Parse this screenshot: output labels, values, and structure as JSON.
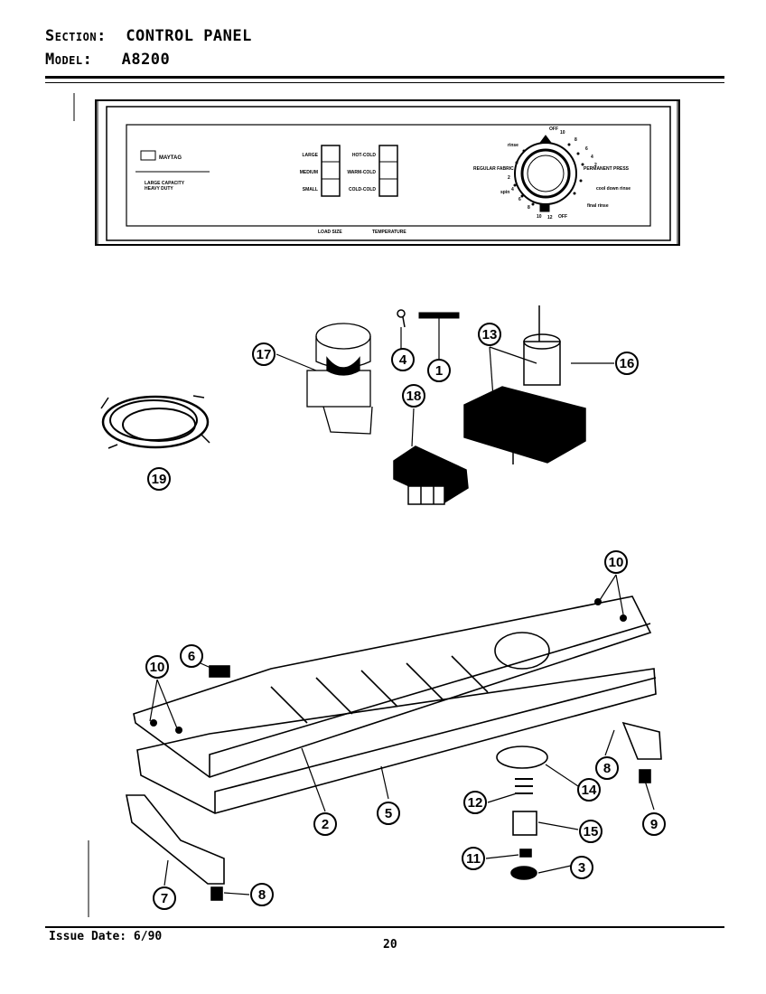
{
  "header": {
    "section_label": "Section:",
    "section_value": "CONTROL PANEL",
    "model_label": "Model:",
    "model_value": "A8200"
  },
  "footer": {
    "issue_date": "Issue Date: 6/90",
    "page_number": "20"
  },
  "panel": {
    "brand": "MAYTAG",
    "subtitle": "LARGE CAPACITY",
    "subtitle2": "HEAVY DUTY",
    "load_size_buttons": [
      "LARGE",
      "MEDIUM",
      "SMALL"
    ],
    "temperature_buttons": [
      "HOT-COLD",
      "WARM-COLD",
      "COLD-COLD"
    ],
    "load_size_label": "LOAD SIZE",
    "temperature_label": "TEMPERATURE",
    "left_dial_label": "REGULAR FABRIC",
    "right_dial_label": "PERMANENT PRESS",
    "dial_marks": [
      "10",
      "8",
      "6",
      "4",
      "2",
      "2",
      "4",
      "6",
      "8",
      "10",
      "12",
      "OFF",
      "OFF"
    ],
    "dial_words": [
      "rinse",
      "spin",
      "cool down rinse",
      "final rinse"
    ]
  },
  "callouts": [
    "1",
    "2",
    "3",
    "4",
    "5",
    "6",
    "7",
    "8",
    "8",
    "9",
    "10",
    "10",
    "11",
    "12",
    "13",
    "14",
    "15",
    "16",
    "17",
    "18",
    "19"
  ]
}
